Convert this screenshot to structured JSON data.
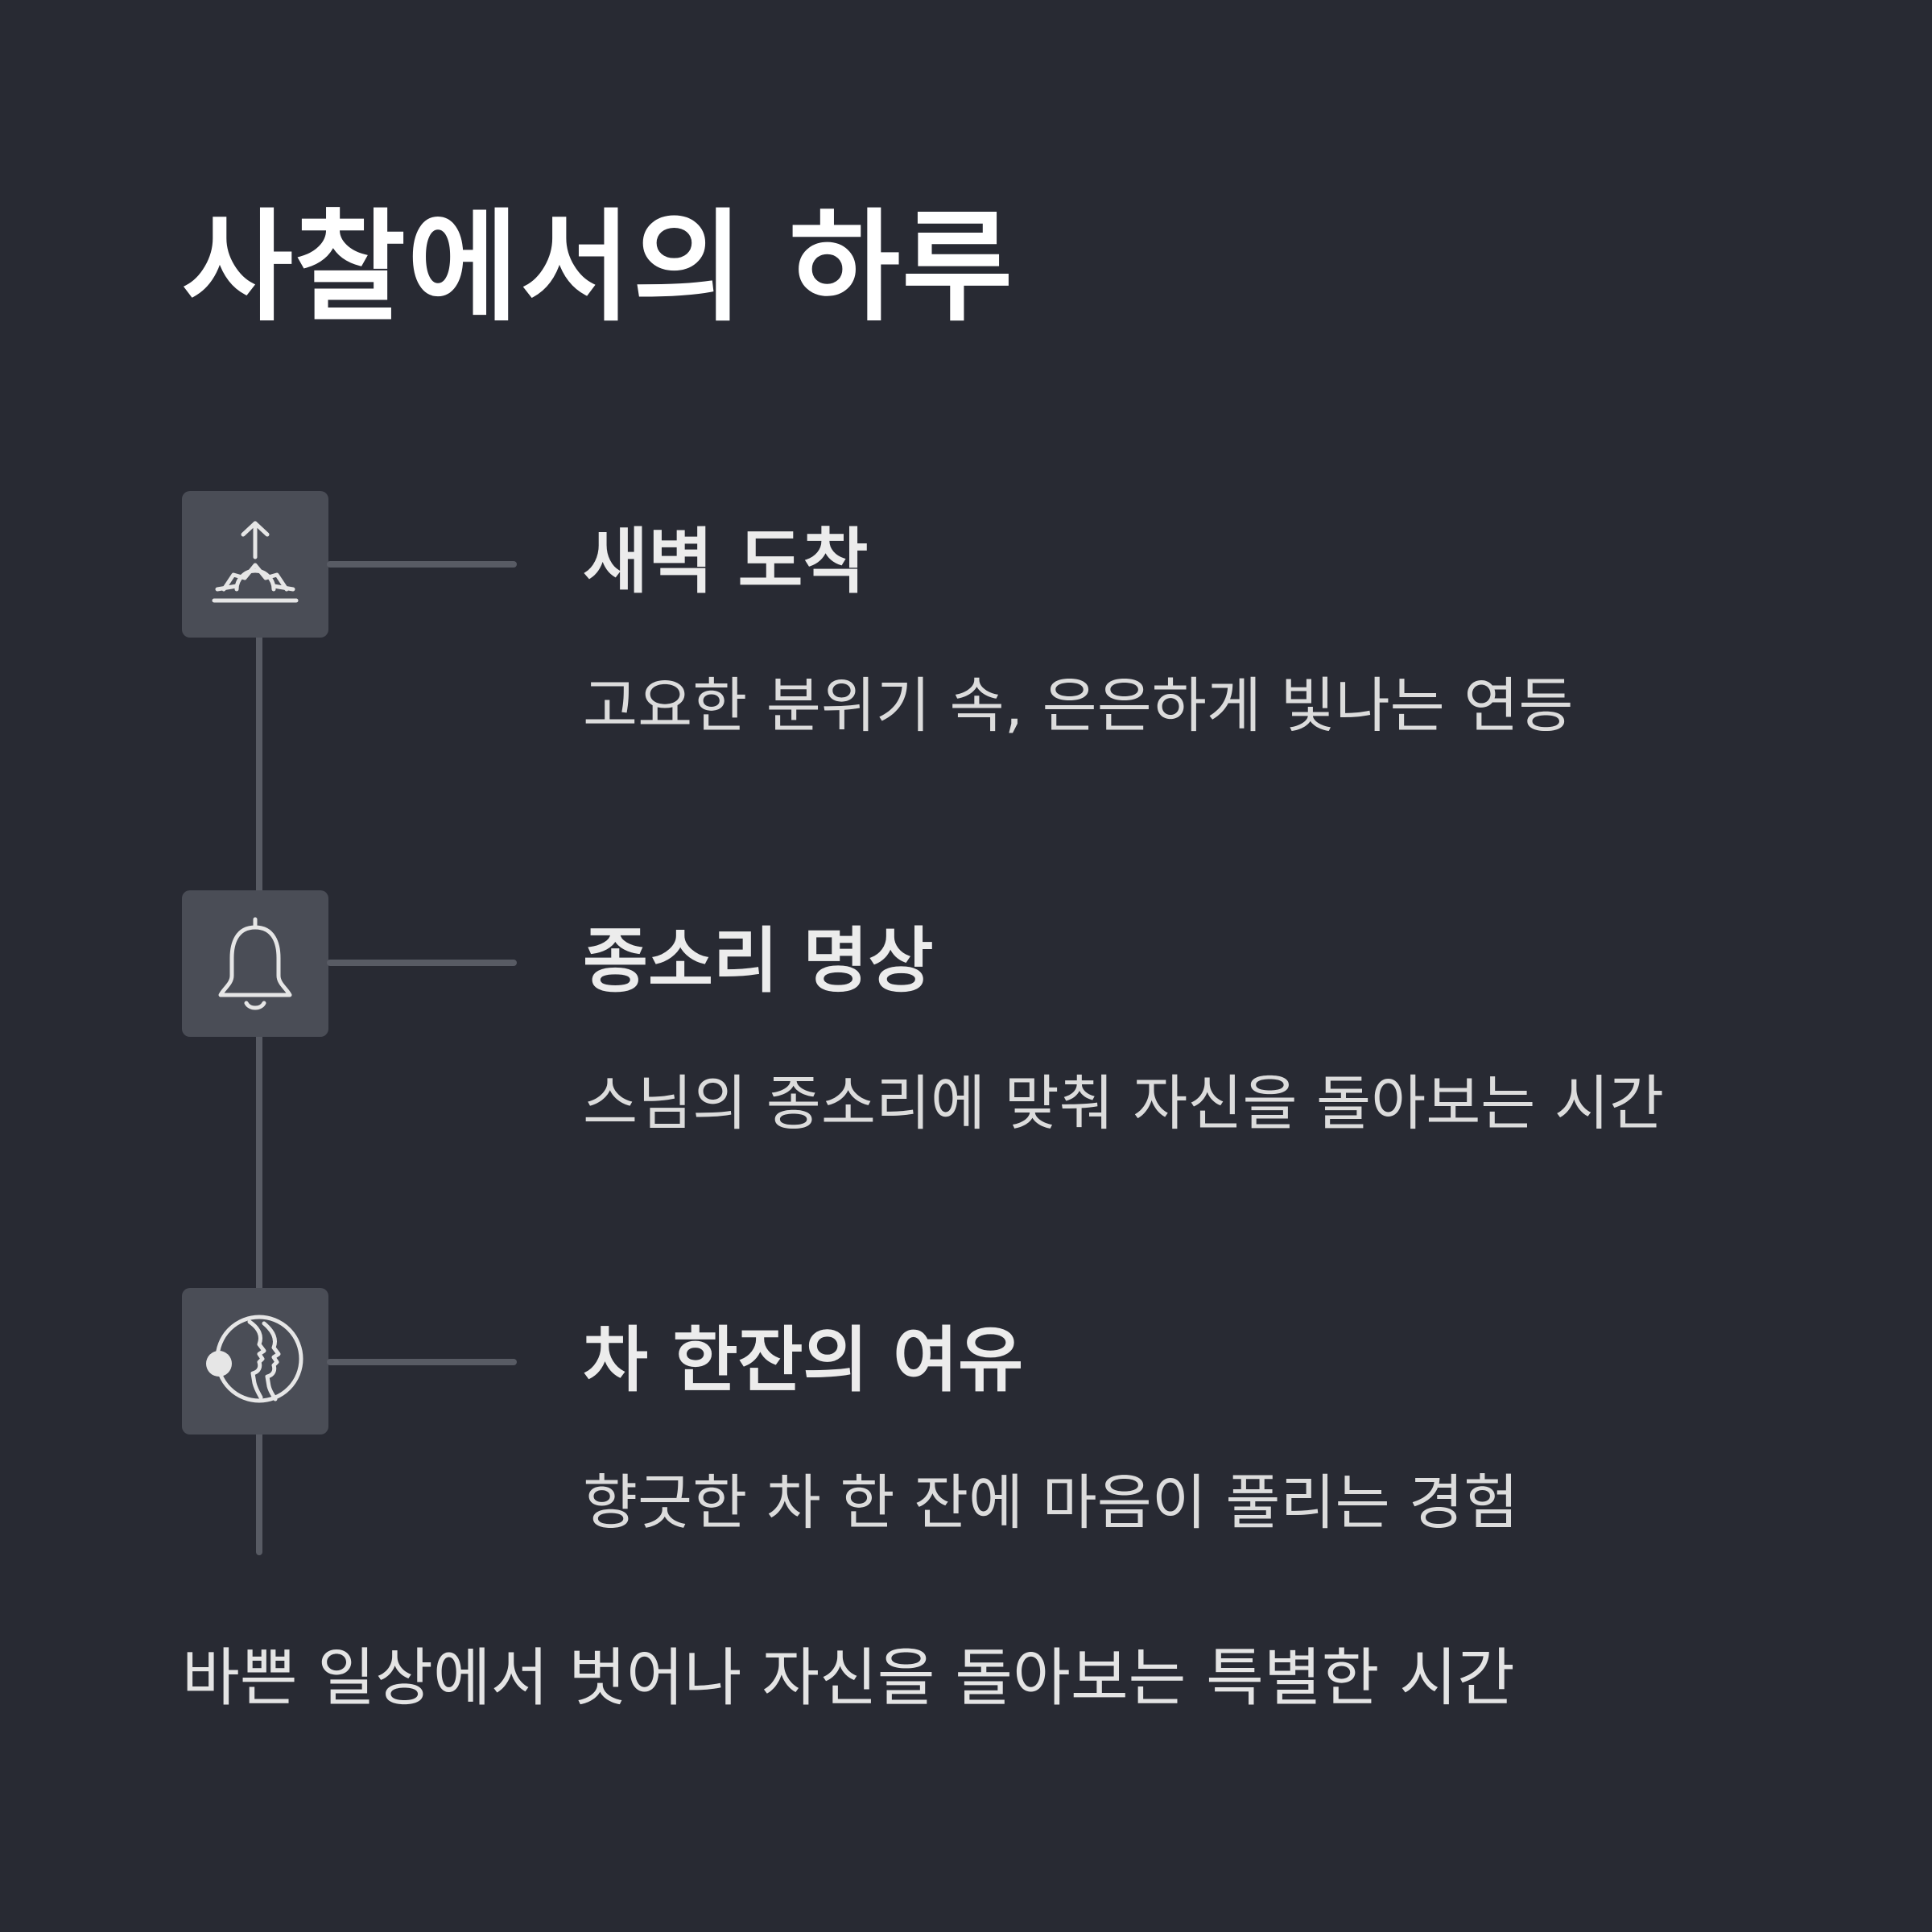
{
  "title": "사찰에서의 하루",
  "steps": [
    {
      "icon": "sunrise-icon",
      "title": "새벽 도착",
      "description": "고요한 분위기 속, 은은하게 빛나는 연등"
    },
    {
      "icon": "bell-icon",
      "title": "종소리 명상",
      "description": "스님의 종소리에 맞춰 자신을 돌아보는 시간"
    },
    {
      "icon": "meditation-head-icon",
      "title": "차 한잔의 여유",
      "description": "향긋한 차 한 잔에 마음이 풀리는 경험"
    }
  ],
  "footer": "바쁜 일상에서 벗어나 자신을 돌아보는 특별한 시간",
  "colors": {
    "background": "#282a33",
    "icon_box": "#4a4d56",
    "line": "#585b64",
    "text": "#e6e6e6"
  }
}
